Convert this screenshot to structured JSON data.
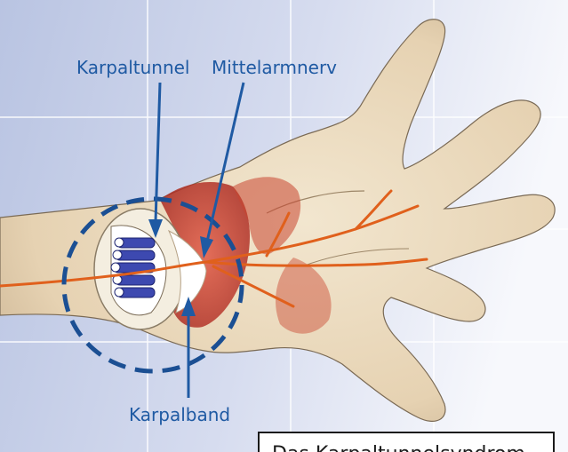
{
  "labels": {
    "carpal_tunnel": "Karpaltunnel",
    "median_nerve": "Mittelarmnerv",
    "carpal_ligament": "Karpalband"
  },
  "caption": "Das Karpaltunnelsyndrom",
  "colors": {
    "label_blue": "#1f5aa3",
    "dashed_circle": "#1b4f93",
    "background_gradient_light": "#ffffff",
    "background_gradient_dark": "#b8c3e3",
    "grid_line": "#ffffff",
    "nerve": "#e0601c",
    "muscle": "#c83a2c",
    "tendon_blue": "#3d49b0"
  }
}
